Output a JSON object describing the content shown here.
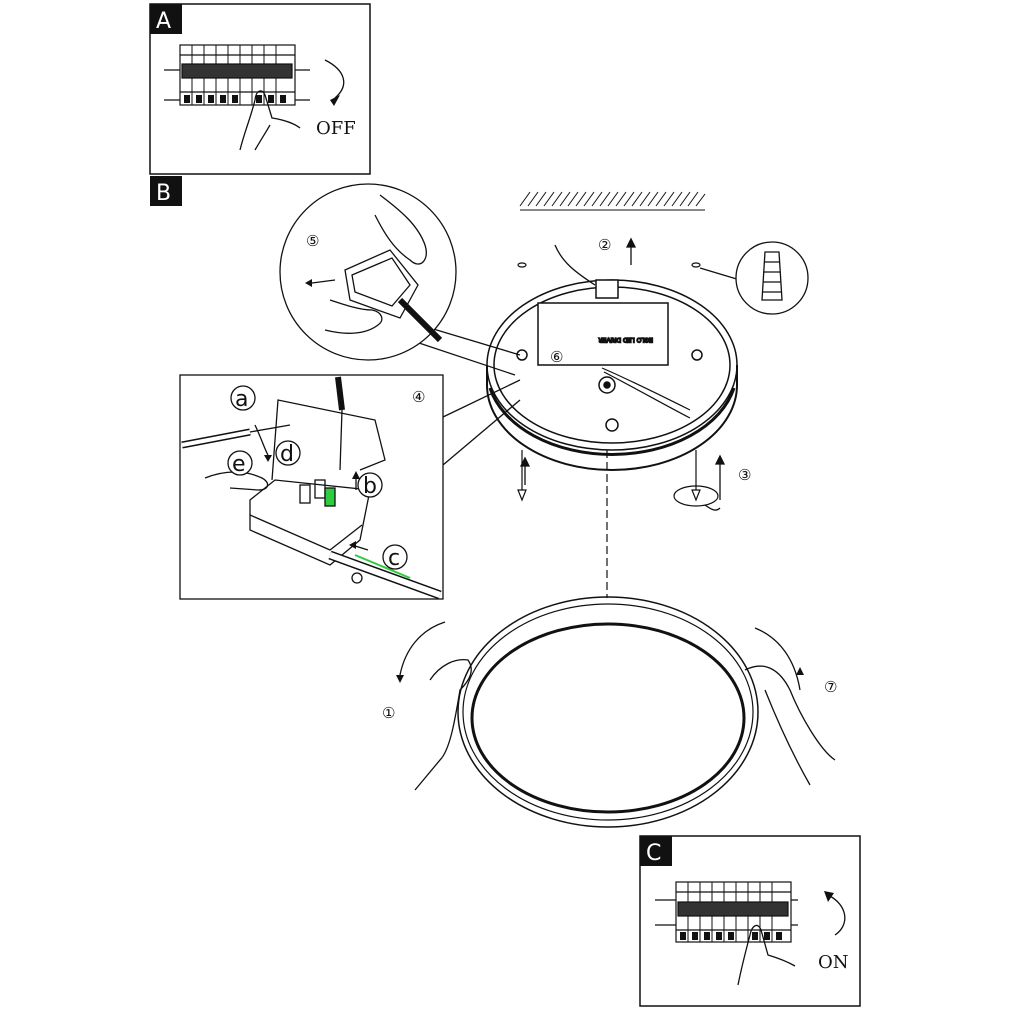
{
  "panels": {
    "a": {
      "tag": "A",
      "action": "OFF"
    },
    "b": {
      "tag": "B"
    },
    "c": {
      "tag": "C",
      "action": "ON"
    }
  },
  "steps": {
    "s1": "①",
    "s2": "②",
    "s3": "③",
    "s4": "④",
    "s5": "⑤",
    "s6": "⑥",
    "s7": "⑦"
  },
  "sub_steps": {
    "a": "a",
    "b": "b",
    "c": "c",
    "d": "d",
    "e": "e"
  },
  "colors": {
    "line": "#111111",
    "wire_highlight": "#2ecc40",
    "fill": "#ffffff"
  },
  "icons": [
    "breaker-panel-icon",
    "hand-icon",
    "rotate-arrow-icon",
    "screw-icon",
    "wall-plug-icon",
    "screwdriver-icon",
    "terminal-block-icon",
    "ceiling-hatch-icon"
  ]
}
